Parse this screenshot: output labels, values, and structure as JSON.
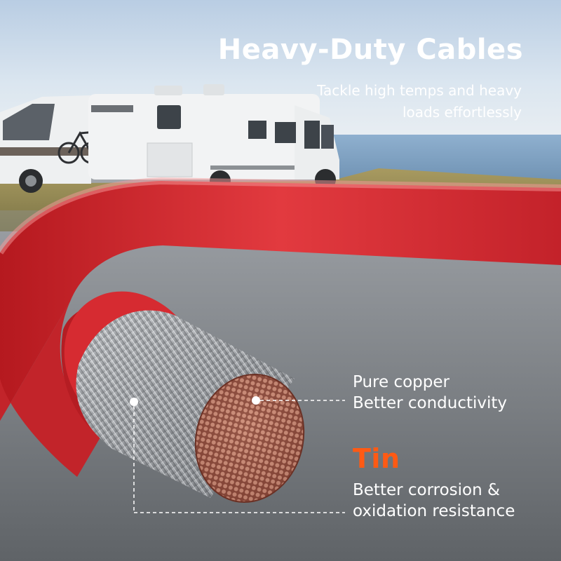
{
  "headline": "Heavy-Duty Cables",
  "subheadline": [
    "Tackle high temps and heavy",
    "loads effortlessly"
  ],
  "callouts": {
    "copper": [
      "Pure copper",
      "Better conductivity"
    ],
    "tin": {
      "title": "Tin",
      "lines": [
        "Better corrosion &",
        "oxidation resistance"
      ]
    }
  },
  "colors": {
    "cable_red": "#d8292f",
    "tin_accent": "#ff5a14",
    "copper": "#b8705c",
    "text": "#ffffff"
  }
}
